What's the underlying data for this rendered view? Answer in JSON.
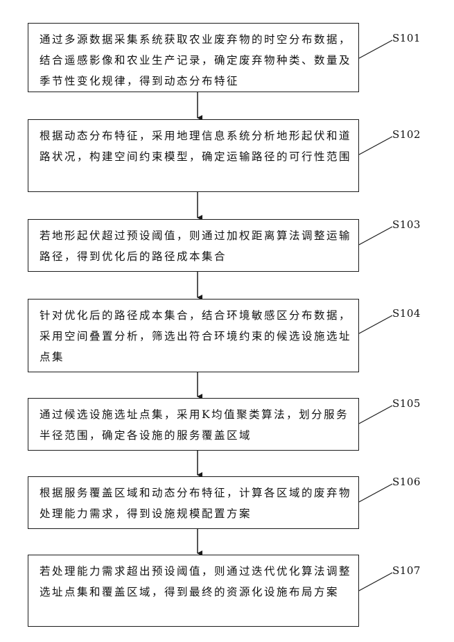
{
  "steps": [
    {
      "id": "S101",
      "text": "通过多源数据采集系统获取农业废弃物的时空分布数据，结合遥感影像和农业生产记录，确定废弃物种类、数量及季节性变化规律，得到动态分布特征"
    },
    {
      "id": "S102",
      "text": "根据动态分布特征，采用地理信息系统分析地形起伏和道路状况，构建空间约束模型，确定运输路径的可行性范围"
    },
    {
      "id": "S103",
      "text": "若地形起伏超过预设阈值，则通过加权距离算法调整运输路径，得到优化后的路径成本集合"
    },
    {
      "id": "S104",
      "text": "针对优化后的路径成本集合，结合环境敏感区分布数据，采用空间叠置分析，筛选出符合环境约束的候选设施选址点集"
    },
    {
      "id": "S105",
      "text": "通过候选设施选址点集，采用K均值聚类算法，划分服务半径范围，确定各设施的服务覆盖区域"
    },
    {
      "id": "S106",
      "text": "根据服务覆盖区域和动态分布特征，计算各区域的废弃物处理能力需求，得到设施规模配置方案"
    },
    {
      "id": "S107",
      "text": "若处理能力需求超出预设阈值，则通过迭代优化算法调整选址点集和覆盖区域，得到最终的资源化设施布局方案"
    }
  ]
}
